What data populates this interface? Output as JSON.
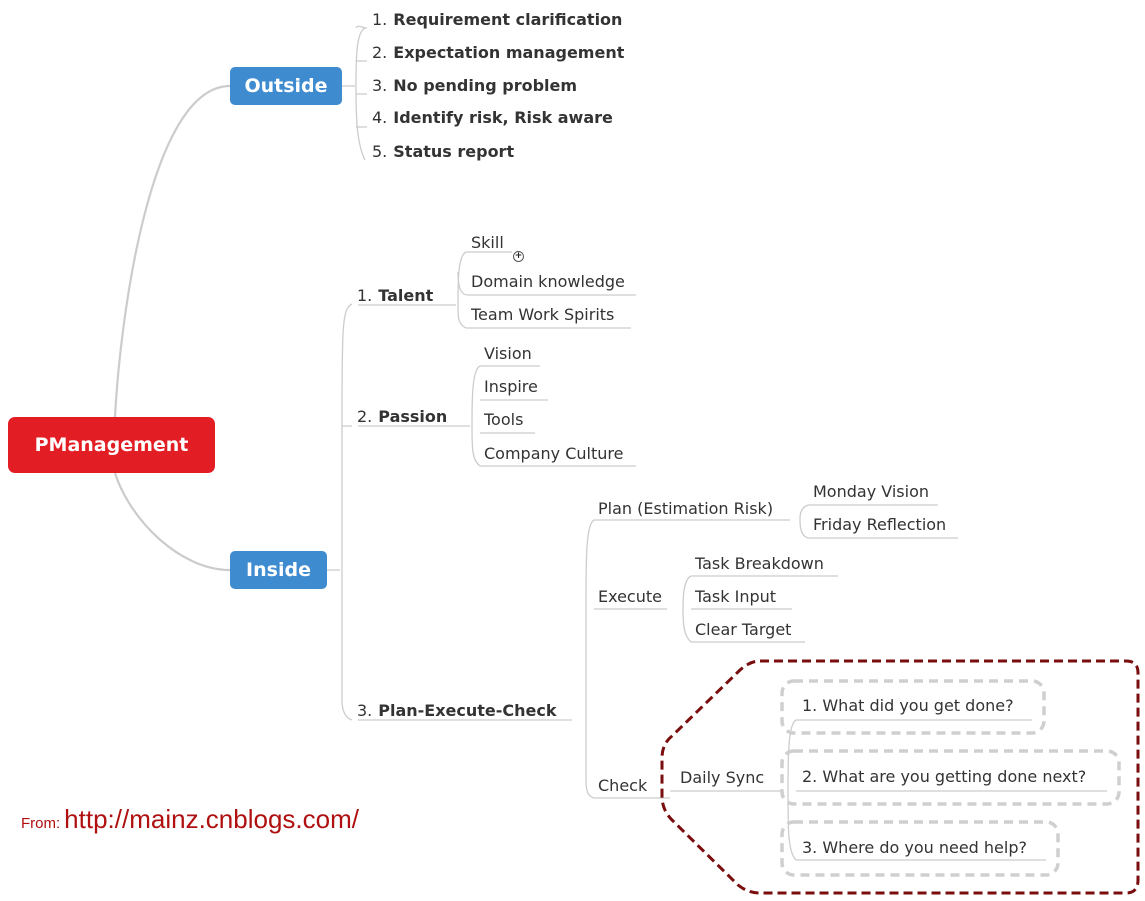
{
  "root": {
    "label": "PManagement"
  },
  "outside": {
    "label": "Outside",
    "items": [
      {
        "num": "1.",
        "label": "Requirement clarification"
      },
      {
        "num": "2.",
        "label": "Expectation management"
      },
      {
        "num": "3.",
        "label": "No pending problem"
      },
      {
        "num": "4.",
        "label": "Identify risk, Risk aware"
      },
      {
        "num": "5.",
        "label": "Status report"
      }
    ]
  },
  "inside": {
    "label": "Inside",
    "talent": {
      "num": "1.",
      "label": "Talent",
      "children": [
        "Skill",
        "Domain knowledge",
        "Team Work Spirits"
      ]
    },
    "passion": {
      "num": "2.",
      "label": "Passion",
      "children": [
        "Vision",
        "Inspire",
        "Tools",
        "Company Culture"
      ]
    },
    "pec": {
      "num": "3.",
      "label": "Plan-Execute-Check",
      "plan": {
        "label": "Plan (Estimation Risk)",
        "children": [
          "Monday Vision",
          "Friday Reflection"
        ]
      },
      "execute": {
        "label": "Execute",
        "children": [
          "Task Breakdown",
          "Task Input",
          "Clear Target"
        ]
      },
      "check": {
        "label": "Check",
        "daily_sync": {
          "label": "Daily Sync",
          "children": [
            "1. What did you get done?",
            "2. What are you getting done next?",
            "3. Where do you need help?"
          ]
        }
      }
    }
  },
  "source": {
    "from": "From:",
    "url": "http://mainz.cnblogs.com/"
  },
  "colors": {
    "root": "#e31d24",
    "branch": "#3f8bd0",
    "connector": "#cccccc",
    "highlight_border": "#7a0d0d",
    "dashed_box": "#cfcfcf",
    "source_text": "#b01010"
  }
}
